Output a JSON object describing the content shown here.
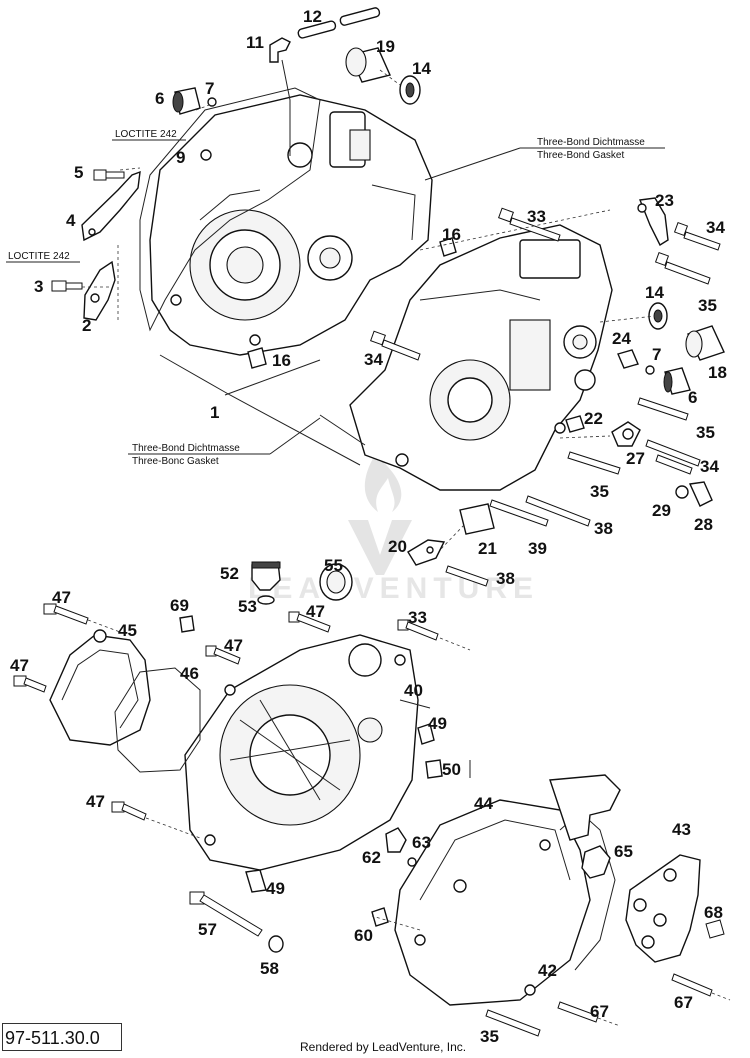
{
  "diagram": {
    "callouts": [
      {
        "id": "1",
        "text": "1"
      },
      {
        "id": "2",
        "text": "2"
      },
      {
        "id": "3",
        "text": "3"
      },
      {
        "id": "4",
        "text": "4"
      },
      {
        "id": "5",
        "text": "5"
      },
      {
        "id": "6a",
        "text": "6"
      },
      {
        "id": "6b",
        "text": "6"
      },
      {
        "id": "7a",
        "text": "7"
      },
      {
        "id": "7b",
        "text": "7"
      },
      {
        "id": "9",
        "text": "9"
      },
      {
        "id": "11",
        "text": "11"
      },
      {
        "id": "12",
        "text": "12"
      },
      {
        "id": "14a",
        "text": "14"
      },
      {
        "id": "14b",
        "text": "14"
      },
      {
        "id": "16a",
        "text": "16"
      },
      {
        "id": "16b",
        "text": "16"
      },
      {
        "id": "18",
        "text": "18"
      },
      {
        "id": "19",
        "text": "19"
      },
      {
        "id": "20",
        "text": "20"
      },
      {
        "id": "21",
        "text": "21"
      },
      {
        "id": "22",
        "text": "22"
      },
      {
        "id": "23",
        "text": "23"
      },
      {
        "id": "24",
        "text": "24"
      },
      {
        "id": "27",
        "text": "27"
      },
      {
        "id": "28",
        "text": "28"
      },
      {
        "id": "29",
        "text": "29"
      },
      {
        "id": "33a",
        "text": "33"
      },
      {
        "id": "33b",
        "text": "33"
      },
      {
        "id": "34a",
        "text": "34"
      },
      {
        "id": "34b",
        "text": "34"
      },
      {
        "id": "34c",
        "text": "34"
      },
      {
        "id": "35a",
        "text": "35"
      },
      {
        "id": "35b",
        "text": "35"
      },
      {
        "id": "35c",
        "text": "35"
      },
      {
        "id": "35d",
        "text": "35"
      },
      {
        "id": "38a",
        "text": "38"
      },
      {
        "id": "38b",
        "text": "38"
      },
      {
        "id": "39",
        "text": "39"
      },
      {
        "id": "40",
        "text": "40"
      },
      {
        "id": "42",
        "text": "42"
      },
      {
        "id": "43",
        "text": "43"
      },
      {
        "id": "44",
        "text": "44"
      },
      {
        "id": "45",
        "text": "45"
      },
      {
        "id": "46",
        "text": "46"
      },
      {
        "id": "47a",
        "text": "47"
      },
      {
        "id": "47b",
        "text": "47"
      },
      {
        "id": "47c",
        "text": "47"
      },
      {
        "id": "47d",
        "text": "47"
      },
      {
        "id": "47e",
        "text": "47"
      },
      {
        "id": "49a",
        "text": "49"
      },
      {
        "id": "49b",
        "text": "49"
      },
      {
        "id": "50",
        "text": "50"
      },
      {
        "id": "52",
        "text": "52"
      },
      {
        "id": "53",
        "text": "53"
      },
      {
        "id": "55",
        "text": "55"
      },
      {
        "id": "57",
        "text": "57"
      },
      {
        "id": "58",
        "text": "58"
      },
      {
        "id": "60",
        "text": "60"
      },
      {
        "id": "62",
        "text": "62"
      },
      {
        "id": "63",
        "text": "63"
      },
      {
        "id": "65",
        "text": "65"
      },
      {
        "id": "67a",
        "text": "67"
      },
      {
        "id": "67b",
        "text": "67"
      },
      {
        "id": "68",
        "text": "68"
      },
      {
        "id": "69",
        "text": "69"
      }
    ],
    "notes": {
      "loctite_top": "LOCTITE 242",
      "loctite_bottom": "LOCTITE 242",
      "threebond_top_line1": "Three-Bond Dichtmasse",
      "threebond_top_line2": "Three-Bond Gasket",
      "threebond_mid_line1": "Three-Bond Dichtmasse",
      "threebond_mid_line2": "Three-Bonc Gasket"
    },
    "watermark": "LEADVENTURE"
  },
  "footer": {
    "diagram_code": "97-511.30.0",
    "credit": "Rendered by LeadVenture, Inc."
  }
}
